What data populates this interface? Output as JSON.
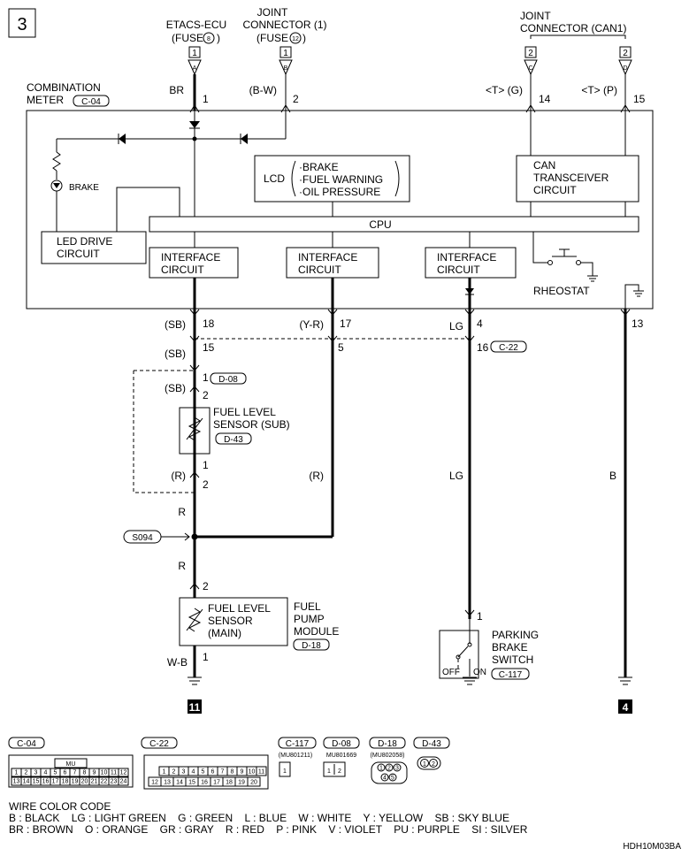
{
  "page_number": "3",
  "sources": {
    "etacs": {
      "l1": "ETACS-ECU",
      "l2": "(FUSE",
      "fuse": "8",
      "close": ")",
      "terminal": "1",
      "pin": "A",
      "wire": "BR",
      "meter_pin": "1"
    },
    "jc1": {
      "l1": "JOINT",
      "l2": "CONNECTOR (1)",
      "l3": "(FUSE",
      "fuse": "12",
      "close": ")",
      "terminal": "1",
      "pin": "B",
      "wire": "(B-W)",
      "meter_pin": "2"
    },
    "jccan": {
      "l1": "JOINT",
      "l2": "CONNECTOR (CAN1)",
      "terminal_c": "2",
      "pin_c": "C",
      "wire_c": "<T> (G)",
      "meter_pin_c": "14",
      "terminal_d": "2",
      "pin_d": "D",
      "wire_d": "<T> (P)",
      "meter_pin_d": "15"
    }
  },
  "meter": {
    "l1": "COMBINATION",
    "l2": "METER",
    "connector": "C-04"
  },
  "internal": {
    "brake_led": "BRAKE",
    "lcd_label": "LCD",
    "lcd_items": [
      "BRAKE",
      "FUEL WARNING",
      "OIL PRESSURE"
    ],
    "can_l1": "CAN",
    "can_l2": "TRANSCEIVER",
    "can_l3": "CIRCUIT",
    "cpu": "CPU",
    "led_l1": "LED DRIVE",
    "led_l2": "CIRCUIT",
    "if_l1": "INTERFACE",
    "if_l2": "CIRCUIT",
    "rheostat": "RHEOSTAT"
  },
  "meter_pins": {
    "p18": "18",
    "w18": "(SB)",
    "p17": "17",
    "w17": "(Y-R)",
    "p4": "4",
    "w4": "LG",
    "p13": "13"
  },
  "c22": {
    "p15": "15",
    "w15": "(SB)",
    "p5": "5",
    "p16": "16",
    "connector": "C-22"
  },
  "d08": {
    "p1": "1",
    "connector": "D-08",
    "w2": "(SB)",
    "p2": "2"
  },
  "sub_sensor": {
    "l1": "FUEL LEVEL",
    "l2": "SENSOR (SUB)",
    "connector": "D-43",
    "p1": "1",
    "w1": "(R)",
    "p2": "2",
    "w_r": "(R)"
  },
  "lower_wires": {
    "r1": "R",
    "splice": "S094",
    "r2": "R",
    "lg": "LG",
    "b": "B"
  },
  "main_sensor": {
    "p2": "2",
    "l1": "FUEL LEVEL",
    "l2": "SENSOR",
    "l3": "(MAIN)",
    "pump1": "FUEL",
    "pump2": "PUMP",
    "pump3": "MODULE",
    "connector": "D-18",
    "wire": "W-B",
    "p1": "1"
  },
  "parking": {
    "p1": "1",
    "l1": "PARKING",
    "l2": "BRAKE",
    "l3": "SWITCH",
    "connector": "C-117",
    "off": "OFF",
    "on": "ON"
  },
  "grounds": {
    "g11": "11",
    "g4": "4"
  },
  "connectors": {
    "c04": {
      "label": "C-04",
      "tab": "MU",
      "row1": [
        "1",
        "2",
        "3",
        "4",
        "5",
        "6",
        "7",
        "8",
        "9",
        "10",
        "11",
        "12"
      ],
      "row2": [
        "13",
        "14",
        "15",
        "16",
        "17",
        "18",
        "19",
        "20",
        "21",
        "22",
        "23",
        "24"
      ]
    },
    "c22": {
      "label": "C-22",
      "row1": [
        "1",
        "2",
        "3",
        "4",
        "5",
        "6",
        "7",
        "8",
        "9",
        "10",
        "11"
      ],
      "row2": [
        "12",
        "13",
        "14",
        "15",
        "16",
        "17",
        "18",
        "19",
        "20"
      ]
    },
    "c117": {
      "label": "C-117",
      "part": "(MU801211)",
      "pin": "1"
    },
    "d08": {
      "label": "D-08",
      "part": "MU801669",
      "pins": [
        "1",
        "2"
      ]
    },
    "d18": {
      "label": "D-18",
      "part": "(MU802058)",
      "top": [
        "1",
        "2",
        "3"
      ],
      "bottom": [
        "4",
        "5"
      ]
    },
    "d43": {
      "label": "D-43",
      "pins": [
        "1",
        "2"
      ]
    }
  },
  "wire_code": {
    "title": "WIRE COLOR CODE",
    "line1": "B : BLACK    LG : LIGHT GREEN    G : GREEN    L : BLUE    W : WHITE    Y : YELLOW    SB : SKY BLUE",
    "line2": "BR : BROWN    O : ORANGE    GR : GRAY    R : RED    P : PINK    V : VIOLET    PU : PURPLE    SI : SILVER"
  },
  "doc_code": "HDH10M03BA"
}
